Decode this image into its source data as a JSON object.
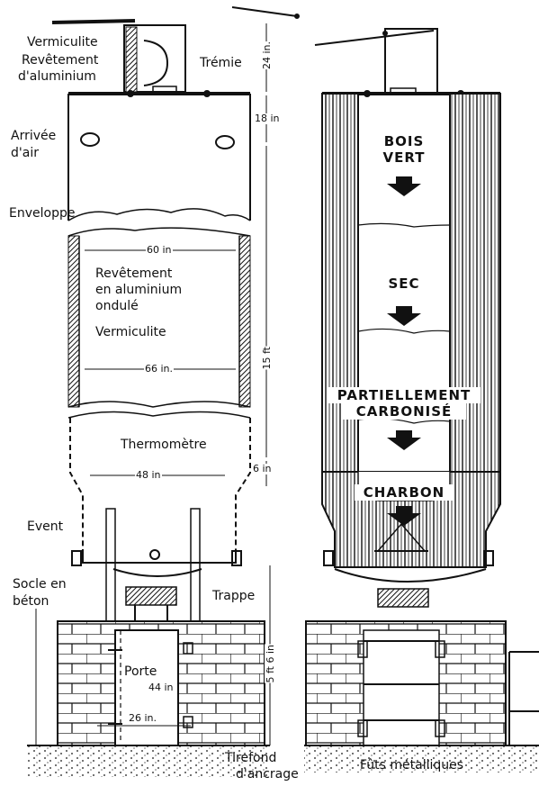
{
  "labels": {
    "vermiculite_top": "Vermiculite",
    "revetement_alu_1": "Revêtement",
    "revetement_alu_2": "d'aluminium",
    "tremie": "Trémie",
    "arrivee_air_1": "Arrivée",
    "arrivee_air_2": "d'air",
    "enveloppe": "Enveloppe",
    "revetement_ondule_1": "Revêtement",
    "revetement_ondule_2": "en aluminium",
    "revetement_ondule_3": "ondulé",
    "vermiculite_mid": "Vermiculite",
    "thermometre": "Thermomètre",
    "event": "Event",
    "socle_1": "Socle en",
    "socle_2": "béton",
    "trappe": "Trappe",
    "porte": "Porte",
    "tirefond_1": "Tirefond",
    "tirefond_2": "d'ancrage",
    "futs": "Fûts métalliques"
  },
  "dimensions": {
    "d24": "24 in.",
    "d18": "18 in",
    "d15ft": "15 ft",
    "d60": "60 in",
    "d66": "66 in.",
    "d6": "6 in",
    "d48": "48 in",
    "d5ft6": "5 ft 6 in",
    "d44": "44 in",
    "d26": "26 in."
  },
  "zones": {
    "bois_vert_1": "BOIS",
    "bois_vert_2": "VERT",
    "sec": "SEC",
    "partiel_1": "PARTIELLEMENT",
    "partiel_2": "CARBONISÉ",
    "charbon": "CHARBON"
  }
}
